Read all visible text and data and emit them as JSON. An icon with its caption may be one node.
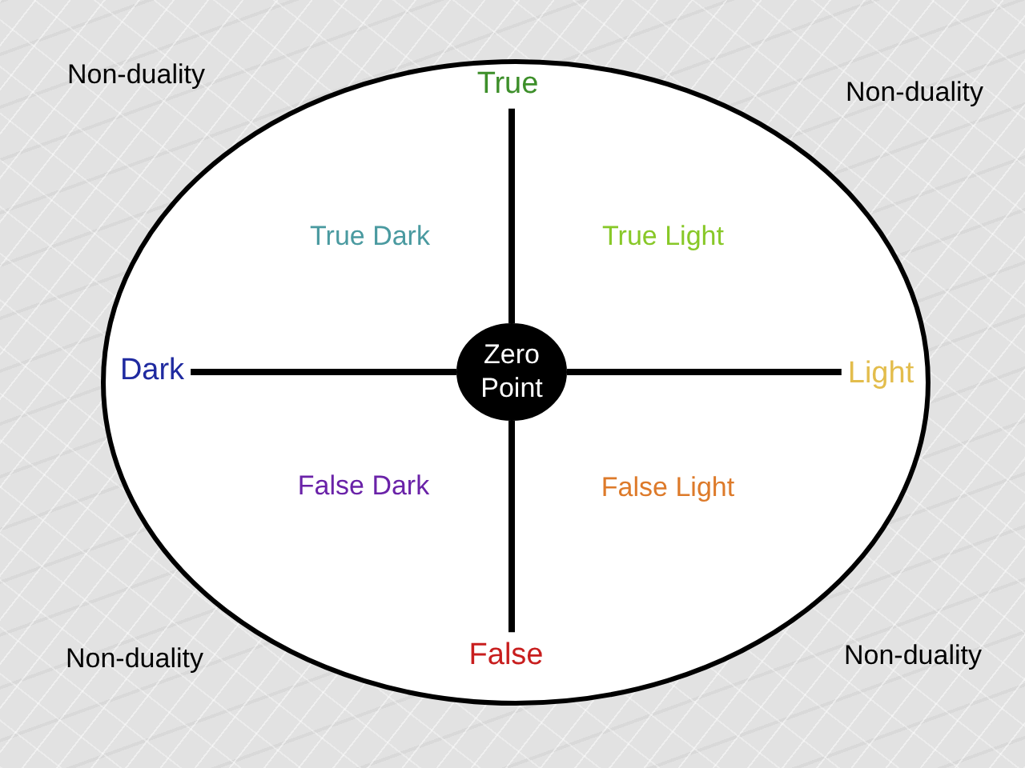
{
  "diagram": {
    "nodes": [
      {
        "text": [],
        "shape": "ellipse"
      },
      {
        "text": [
          "True"
        ],
        "in": 0
      },
      {
        "text": [
          "Dark"
        ],
        "in": 0
      },
      {
        "text": [
          "Zero Point"
        ],
        "in": 0
      },
      {
        "text": [
          "Light"
        ],
        "in": 0
      },
      {
        "text": [
          "False"
        ],
        "in": 0
      }
    ],
    "edges": [
      {
        "from": 3,
        "to": 1,
        "arrow": "none"
      },
      {
        "from": 3,
        "to": 2,
        "arrow": "none"
      },
      {
        "from": 3,
        "to": 4,
        "arrow": "none"
      },
      {
        "from": 3,
        "to": 5,
        "arrow": "none"
      }
    ],
    "labels": [
      "Non-duality",
      "Non-duality",
      "True Dark",
      "True Light",
      "False Dark",
      "False Light",
      "Non-duality",
      "Non-duality"
    ]
  }
}
